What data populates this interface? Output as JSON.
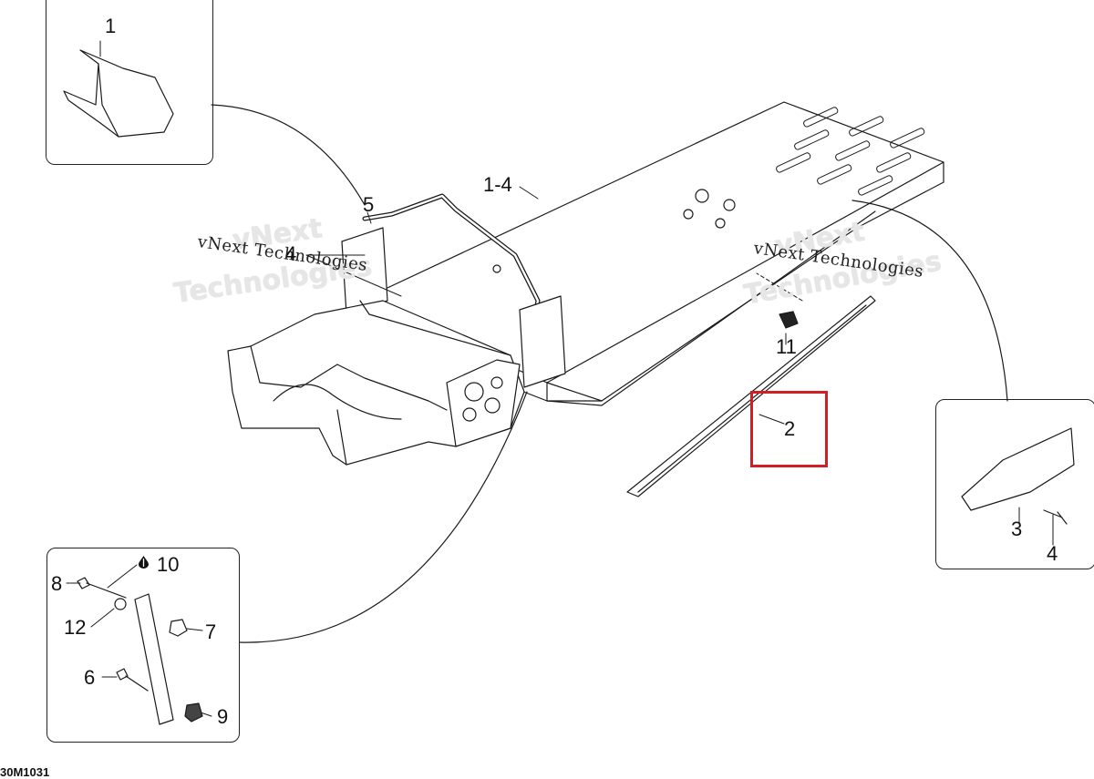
{
  "callouts": {
    "c1": "1",
    "c1_4": "1-4",
    "c5": "5",
    "c4_main": "4",
    "c11": "11",
    "c2": "2",
    "c3": "3",
    "c4_inset": "4",
    "c10": "10",
    "c8": "8",
    "c12": "12",
    "c7": "7",
    "c6": "6",
    "c9": "9"
  },
  "watermarks": {
    "left_text": "vNext Technologies",
    "left_ghost_1": "vNext",
    "left_ghost_2": "Technologies",
    "right_text": "vNext Technologies",
    "right_ghost_1": "vNext",
    "right_ghost_2": "Technologies"
  },
  "document_id": "30M1031",
  "colors": {
    "line": "#1a1a1a",
    "highlight": "#d21f26"
  },
  "icons": {
    "oil_drop": "oil-drop-icon"
  }
}
